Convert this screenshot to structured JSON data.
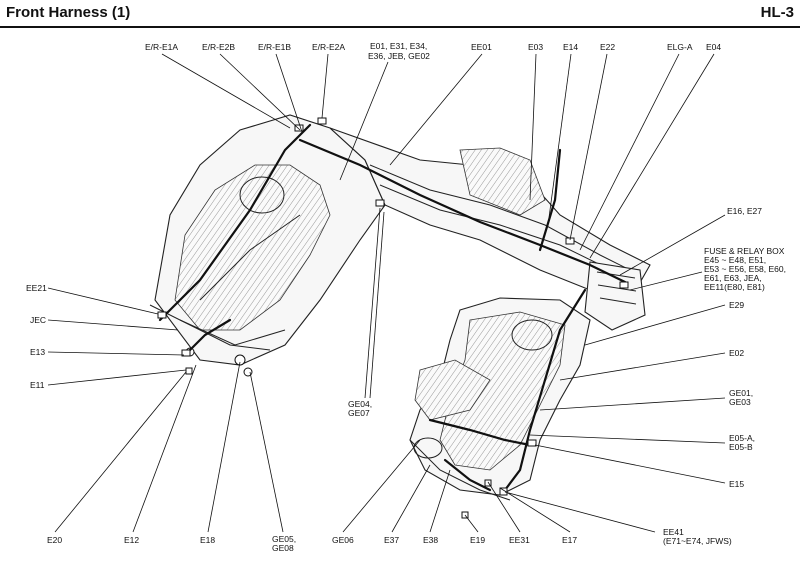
{
  "header": {
    "title": "Front Harness (1)",
    "page_id": "HL-3"
  },
  "labels": {
    "er_e1a": "E/R-E1A",
    "er_e2b": "E/R-E2B",
    "er_e1b": "E/R-E1B",
    "er_e2a": "E/R-E2A",
    "e01_group_line1": "E01, E31, E34,",
    "e01_group_line2": "E36, JEB, GE02",
    "ee01": "EE01",
    "e03": "E03",
    "e14": "E14",
    "e22": "E22",
    "elg_a": "ELG-A",
    "e04": "E04",
    "e16_e27": "E16, E27",
    "fuse_line1": "FUSE & RELAY BOX",
    "fuse_line2": "E45 ~ E48, E51,",
    "fuse_line3": "E53 ~ E56, E58, E60,",
    "fuse_line4": "E61, E63, JEA,",
    "fuse_line5": "EE11(E80, E81)",
    "e29": "E29",
    "e02": "E02",
    "ge01_line1": "GE01,",
    "ge01_line2": "GE03",
    "e05_line1": "E05-A,",
    "e05_line2": "E05-B",
    "e15": "E15",
    "ee41_line1": "EE41",
    "ee41_line2": "(E71~E74, JFWS)",
    "e17": "E17",
    "ee31": "EE31",
    "e19": "E19",
    "e38": "E38",
    "e37": "E37",
    "ge06": "GE06",
    "ge05_line1": "GE05,",
    "ge05_line2": "GE08",
    "e18": "E18",
    "e12": "E12",
    "e20": "E20",
    "ee21": "EE21",
    "jec": "JEC",
    "e13": "E13",
    "e11": "E11",
    "ge04_line1": "GE04,",
    "ge04_line2": "GE07"
  }
}
